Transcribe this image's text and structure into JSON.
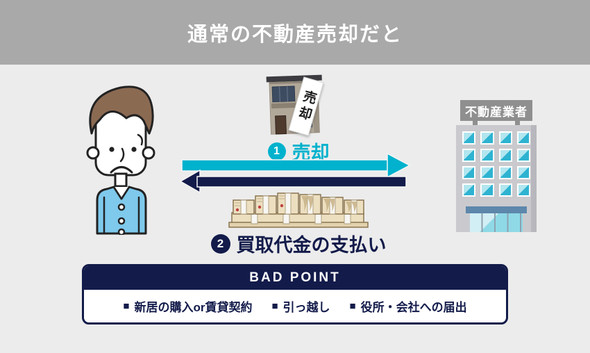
{
  "header": {
    "title": "通常の不動産売却だと"
  },
  "diagram": {
    "house_banner": "売却",
    "agent_sign": "不動産業者",
    "step1": {
      "number": "1",
      "label": "売却"
    },
    "step2": {
      "number": "2",
      "label": "買取代金の支払い"
    }
  },
  "bad_point": {
    "title": "BAD POINT",
    "bullet": "■",
    "items": [
      "新居の購入or賃貸契約",
      "引っ越し",
      "役所・会社への届出"
    ]
  },
  "colors": {
    "accent_teal": "#00b2cd",
    "navy": "#131b4a",
    "header_gray": "#a9a9a9",
    "background": "#ececec"
  }
}
